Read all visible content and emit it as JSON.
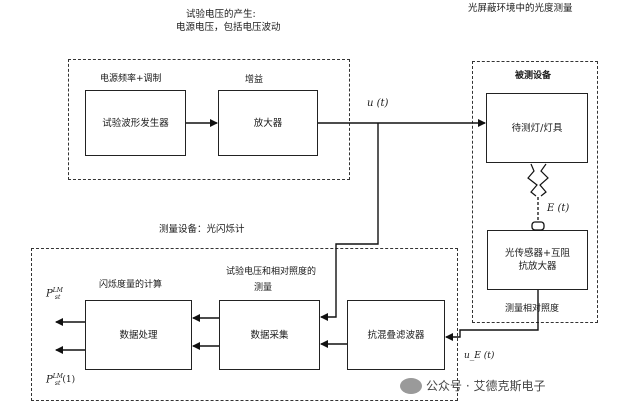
{
  "header": {
    "title_line1": "试验电压的产生:",
    "title_line2": "电源电压，包括电压波动",
    "top_right": "光屏蔽环境中的光度测量"
  },
  "source_group": {
    "label": "电源频率+调制",
    "gain_label": "增益",
    "generator": "试验波形发生器",
    "amplifier": "放大器"
  },
  "signal_u": "u (t)",
  "detection": {
    "title": "被测设备",
    "lamp": "待测灯/灯具",
    "illuminance": "E (t)",
    "sensor_line1": "光传感器+互阻",
    "sensor_line2": "抗放大器",
    "footer": "测量相对照度"
  },
  "measurement": {
    "title": "测量设备：光闪烁计",
    "sub_line1": "试验电压和相对照度的",
    "sub_line2": "测量",
    "flicker_calc": "闪烁度量的计算",
    "processing": "数据处理",
    "acquisition": "数据采集",
    "filter": "抗混叠滤波器",
    "output_top_main": "P",
    "output_top_sub": "st",
    "output_top_sup": "LM",
    "output_bottom_main": "P",
    "output_bottom_sub": "st",
    "output_bottom_sup": "LM",
    "output_bottom_arg": "(1)",
    "signal_uE": "u_E (t)"
  },
  "watermark": {
    "text": "公众号 · 艾德克斯电子"
  }
}
